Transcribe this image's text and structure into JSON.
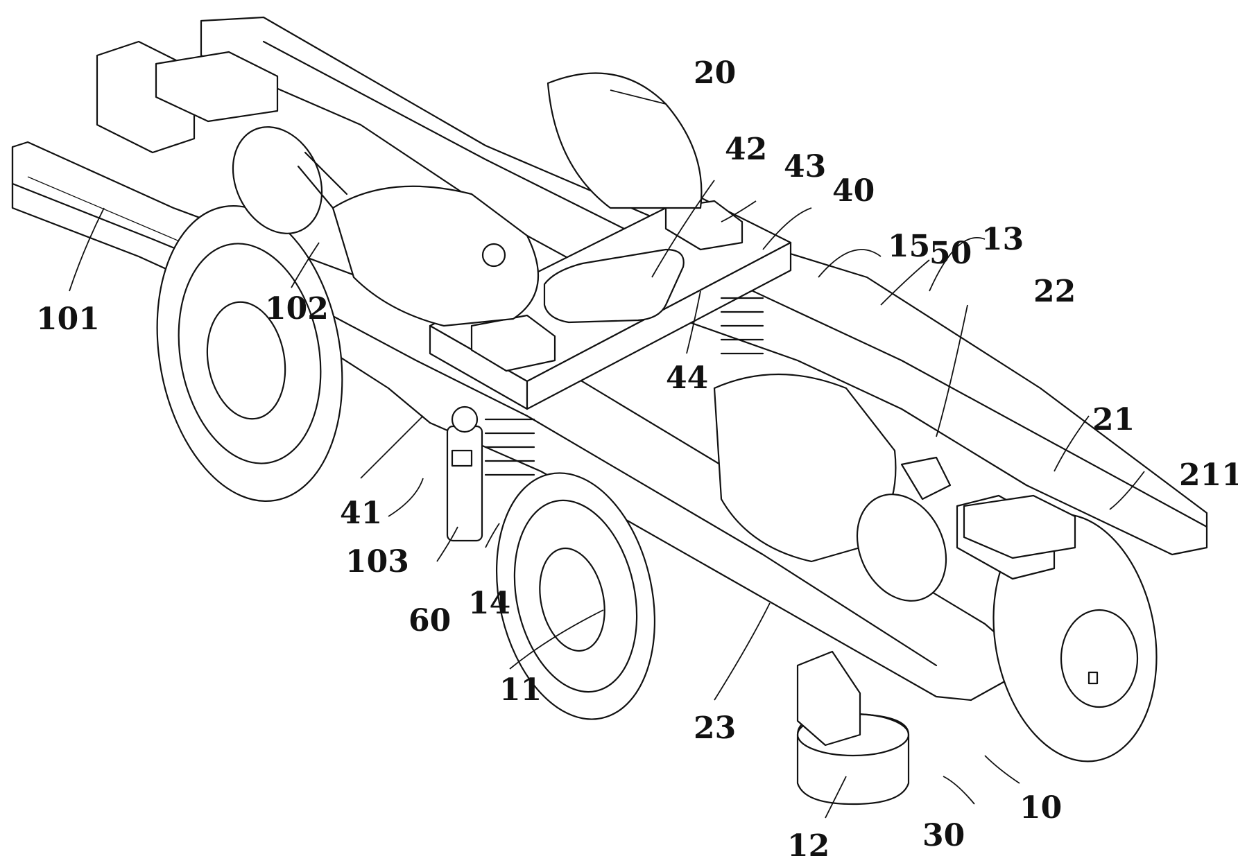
{
  "labels": {
    "l10": "10",
    "l11": "11",
    "l12": "12",
    "l13": "13",
    "l14": "14",
    "l15": "15",
    "l20": "20",
    "l21": "21",
    "l211": "211",
    "l22": "22",
    "l23": "23",
    "l30": "30",
    "l40": "40",
    "l41": "41",
    "l42": "42",
    "l43": "43",
    "l44": "44",
    "l50": "50",
    "l60": "60",
    "l101": "101",
    "l102": "102",
    "l103": "103"
  }
}
